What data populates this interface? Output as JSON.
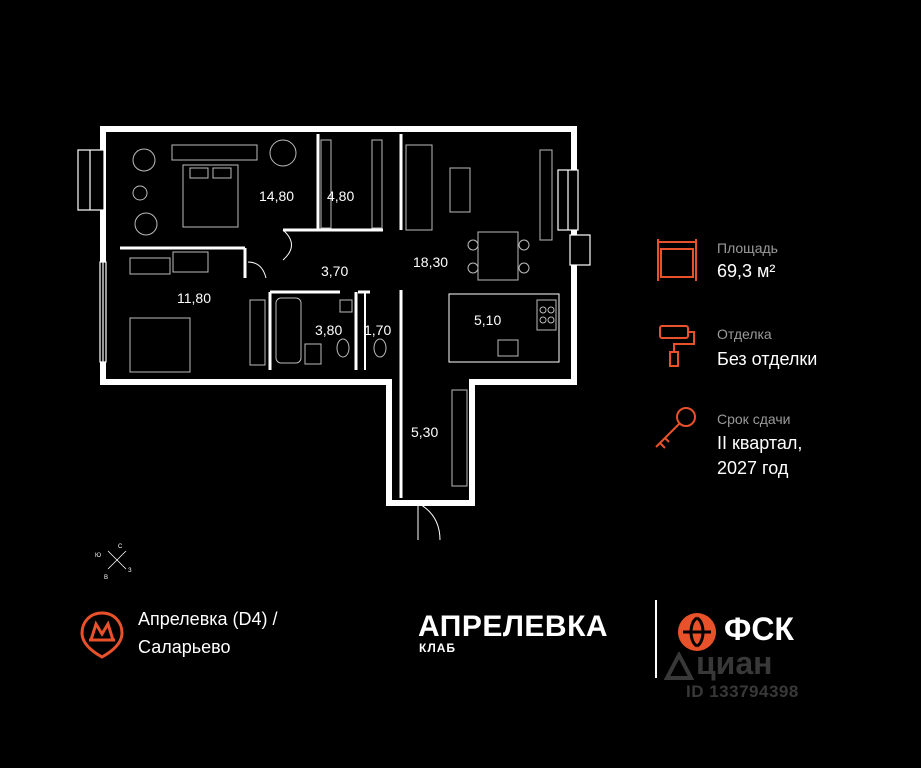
{
  "floor_plan": {
    "rooms": [
      {
        "id": "bedroom",
        "area": "14,80"
      },
      {
        "id": "wardrobe",
        "area": "4,80"
      },
      {
        "id": "hall",
        "area": "3,70"
      },
      {
        "id": "living",
        "area": "18,30"
      },
      {
        "id": "bedroom2",
        "area": "11,80"
      },
      {
        "id": "bathroom",
        "area": "3,80"
      },
      {
        "id": "wc",
        "area": "1,70"
      },
      {
        "id": "kitchen",
        "area": "5,10"
      },
      {
        "id": "corridor",
        "area": "5,30"
      }
    ]
  },
  "info": {
    "area": {
      "label": "Площадь",
      "value": "69,3 м²",
      "icon": "area-icon"
    },
    "finish": {
      "label": "Отделка",
      "value": "Без отделки",
      "icon": "paint-roller-icon"
    },
    "deadline": {
      "label": "Срок сдачи",
      "value_line1": "II квартал,",
      "value_line2": "2027 год",
      "icon": "key-icon"
    }
  },
  "compass": {
    "n": "С",
    "s": "Ю",
    "w": "З",
    "e": "В"
  },
  "metro": {
    "line1": "Апрелевка (D4)  /",
    "line2": "Саларьево",
    "icon": "metro-pin-icon"
  },
  "brand": {
    "name": "АПРЕЛЕВКА",
    "subtitle": "КЛАБ",
    "developer": "ФСК",
    "watermark": "циан",
    "watermark_id": "ID 133794398"
  },
  "colors": {
    "accent": "#e8512a",
    "background": "#000000",
    "walls": "#ffffff"
  }
}
